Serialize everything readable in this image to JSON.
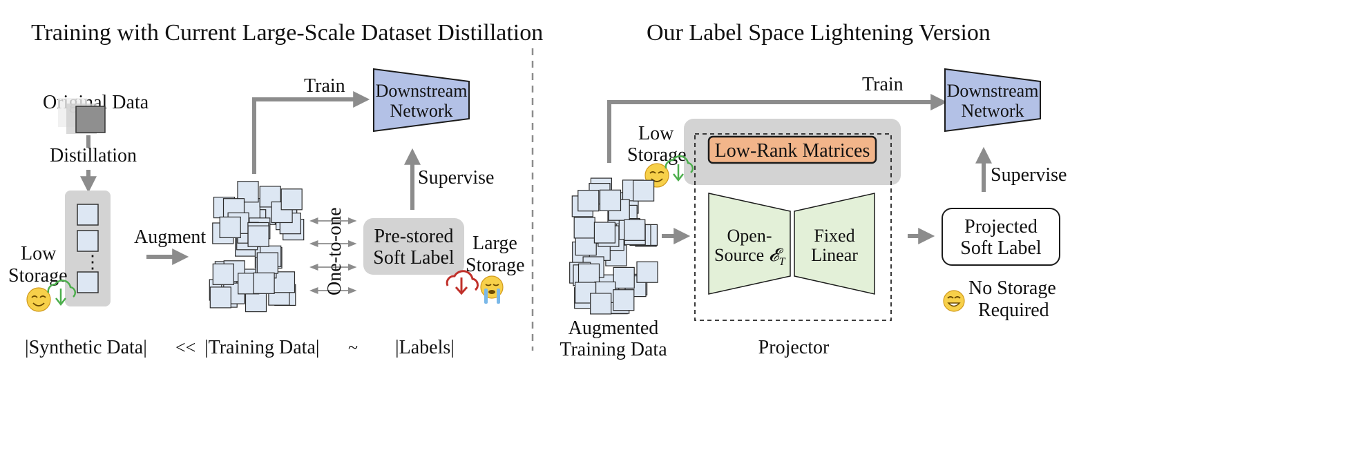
{
  "left_panel": {
    "title": "Training with Current Large-Scale Dataset Distillation",
    "original_data": "Original Data",
    "distillation": "Distillation",
    "low_storage": [
      "Low",
      "Storage"
    ],
    "ellipsis": "⋮",
    "augment": "Augment",
    "train": "Train",
    "downstream": [
      "Downstream",
      "Network"
    ],
    "supervise": "Supervise",
    "one_to_one": "One-to-one",
    "prestored": [
      "Pre-stored",
      "Soft Label"
    ],
    "large_storage": [
      "Large",
      "Storage"
    ],
    "bottom": {
      "synthetic": "|Synthetic Data|",
      "ll": "<<",
      "training": "|Training Data|",
      "sim": "~",
      "labels": "|Labels|"
    }
  },
  "right_panel": {
    "title": "Our Label Space Lightening Version",
    "train": "Train",
    "downstream": [
      "Downstream",
      "Network"
    ],
    "low_storage": [
      "Low",
      "Storage"
    ],
    "low_rank": "Low-Rank Matrices",
    "open_source": [
      "Open-",
      "Source"
    ],
    "open_source_symbol": "𝓔",
    "open_source_sub": "T",
    "fixed_linear": [
      "Fixed",
      "Linear"
    ],
    "supervise": "Supervise",
    "projected": [
      "Projected",
      "Soft Label"
    ],
    "no_storage": [
      "No Storage",
      "Required"
    ],
    "augmented": [
      "Augmented",
      "Training Data"
    ],
    "projector": "Projector"
  },
  "colors": {
    "arrow": "#8c8c8c",
    "network_fill": "#b3c1e6",
    "tile_fill": "#dde7f3",
    "gray_box": "#d3d3d3",
    "low_rank_fill": "#f2b58a",
    "trapezoid_fill": "#e3f0d8",
    "emoji_yellow": "#f7d04a",
    "cloud_green": "#4cae4c",
    "cloud_red": "#c0302a"
  }
}
